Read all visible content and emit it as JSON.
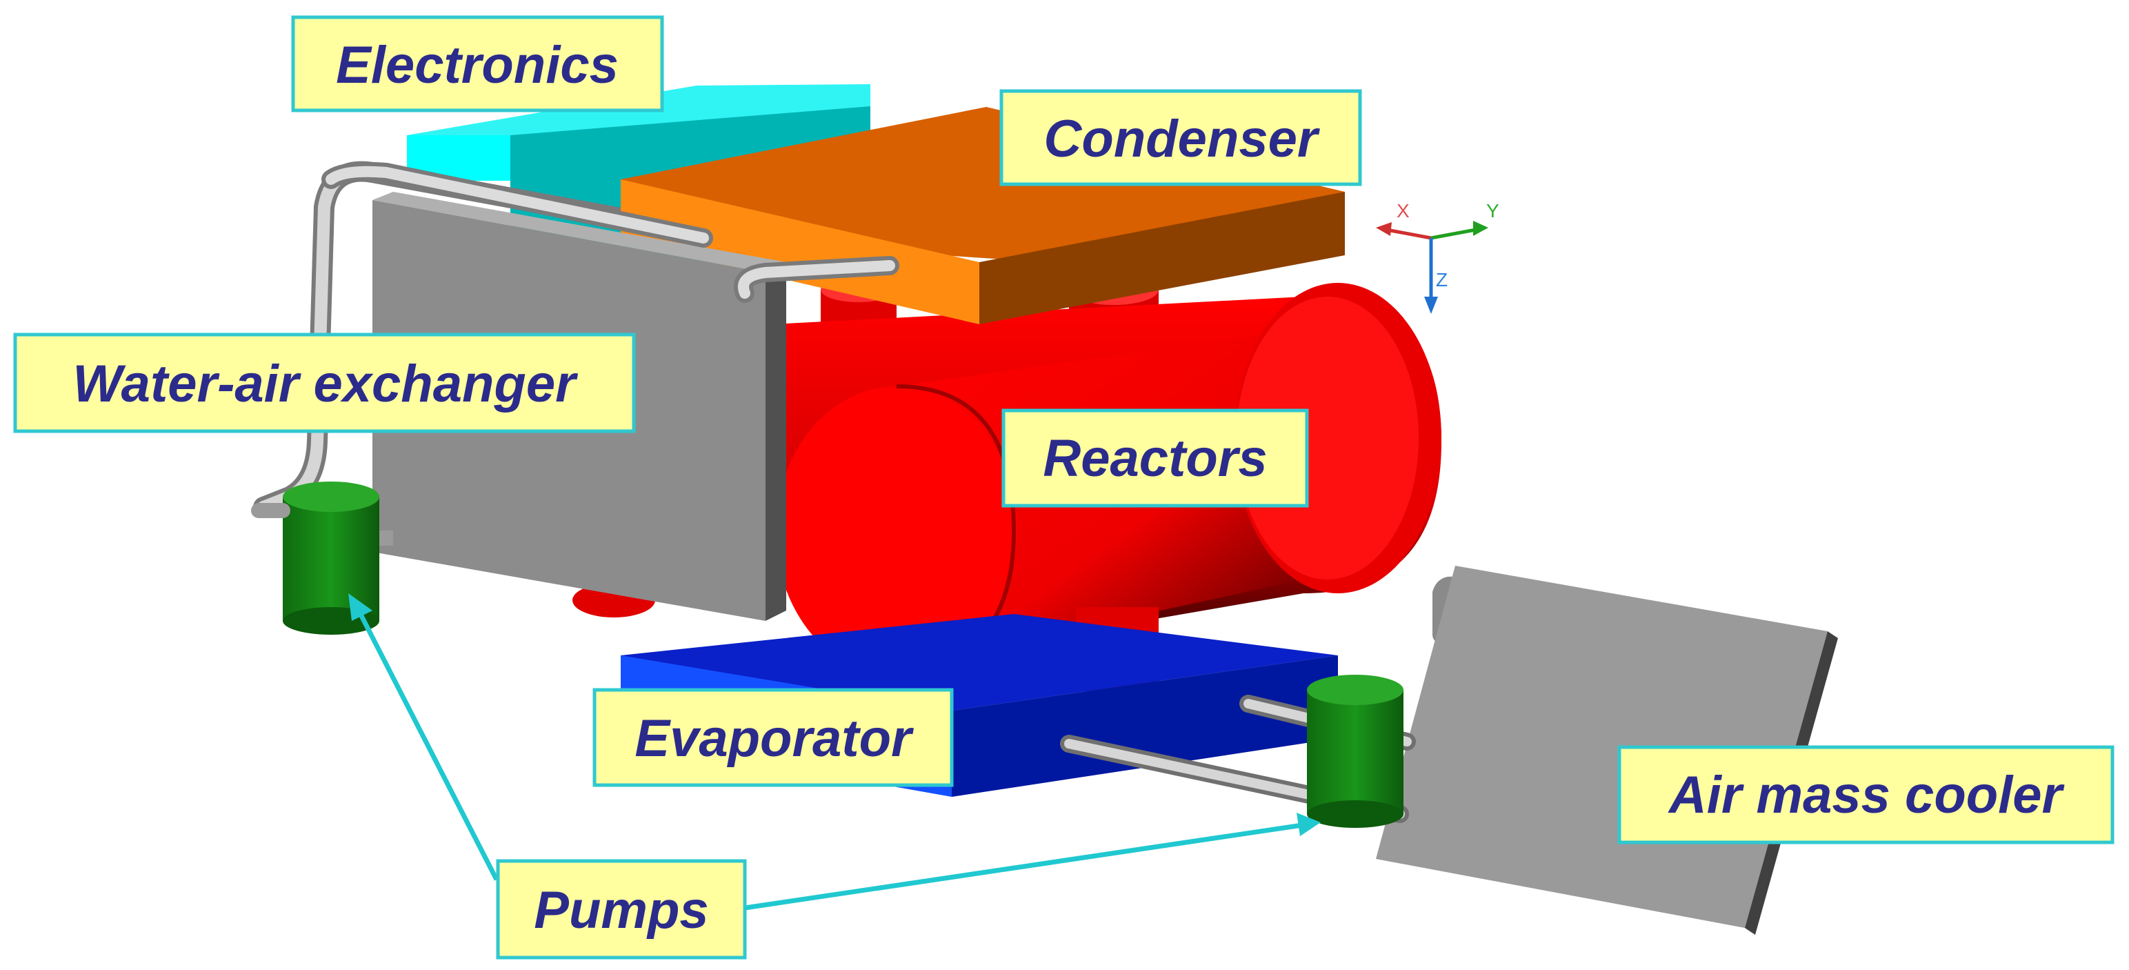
{
  "labels": {
    "electronics": "Electronics",
    "condenser": "Condenser",
    "water_air_exchanger": "Water-air exchanger",
    "reactors": "Reactors",
    "evaporator": "Evaporator",
    "air_mass_cooler": "Air mass cooler",
    "pumps": "Pumps"
  },
  "axes": {
    "x": "X",
    "y": "Y",
    "z": "Z"
  },
  "colors": {
    "label_fill": "#ffffa0",
    "label_border": "#30c8d0",
    "label_text": "#2b2b8c",
    "leader_line": "#20c8d0",
    "electronics": "#00c8c8",
    "condenser": "#e87a10",
    "reactor": "#ff0000",
    "evaporator": "#0a2ee0",
    "exchanger": "#9a9a9a",
    "pump": "#1a8a1a",
    "pipe": "#c8c8c8"
  }
}
